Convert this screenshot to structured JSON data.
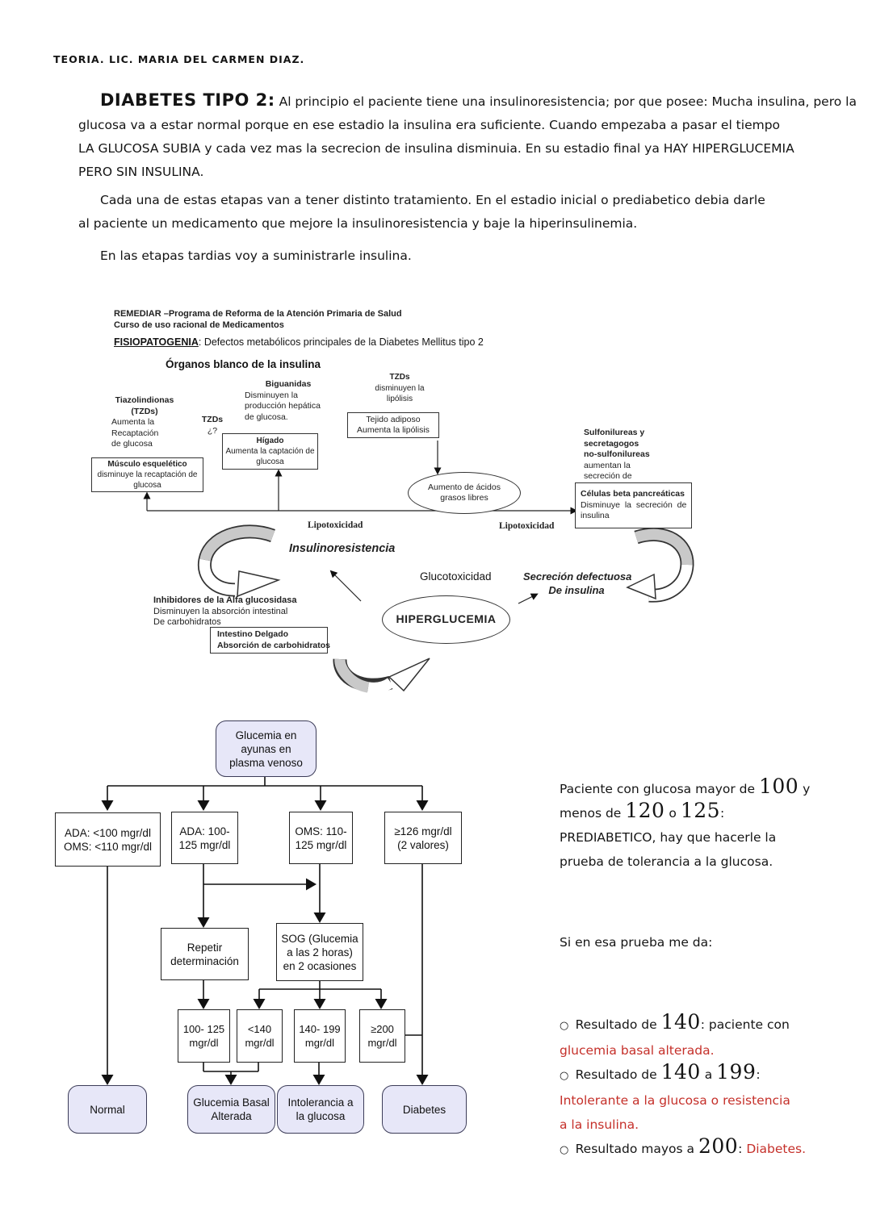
{
  "page": {
    "header": "TEORIA. LIC. MARIA DEL CARMEN DIAZ."
  },
  "colors": {
    "result_fill": "#e7e7f8",
    "red_ink": "#c5302a",
    "ribbon_gray": "#c9c9c9"
  },
  "intro": {
    "title": "DIABETES TIPO 2:",
    "p1": " Al principio el paciente tiene una insulinoresistencia; por que posee: Mucha insulina, pero la\nglucosa va a estar normal porque en ese estadio la insulina era suficiente. Cuando empezaba a pasar el tiempo\nLA GLUCOSA SUBIA y cada vez mas la secrecion de insulina disminuia. En su estadio final ya HAY HIPERGLUCEMIA\nPERO SIN INSULINA.",
    "p2": "Cada una de estas etapas van a tener distinto tratamiento. En el estadio inicial o prediabetico debia darle\nal paciente un medicamento que mejore la insulinoresistencia y baje la hiperinsulinemia.",
    "p3": "En las etapas tardias voy a suministrarle insulina."
  },
  "patho": {
    "source1": "REMEDIAR –Programa de Reforma de la Atención Primaria de Salud",
    "source2": "Curso de uso racional de Medicamentos",
    "heading_label": "FISIOPATOGENIA",
    "heading_rest": ": Defectos metabólicos principales de la Diabetes Mellitus tipo 2",
    "title": "Órganos blanco de la insulina",
    "tzd_lipolisis_title": "TZDs",
    "tzd_lipolisis_body": "disminuyen la\nlipólisis",
    "biguanidas_title": "Biguanidas",
    "biguanidas_body": "Disminuyen la\nproducción hepática\nde glucosa.",
    "tiazolindionas_title": "Tiazolindionas\n(TZDs)",
    "tiazolindionas_body": "Aumenta la\nRecaptación\nde glucosa",
    "tzds_q_title": "TZDs",
    "tzds_q_body": "¿?",
    "tejido_box": "Tejido adiposo\nAumenta la lipólisis",
    "higado_title": "Hígado",
    "higado_body": "Aumenta la captación de\nglucosa",
    "sulfonilureas_bold": "Sulfonilureas y\nsecretagogos\nno-sulfonilureas",
    "sulfonilureas_rest": "aumentan la\nsecreción de\ninsulina",
    "musculo_title": "Músculo esquelético",
    "musculo_body": "disminuye la recaptación de\nglucosa",
    "acidos_ellipse": "Aumento de ácidos\ngrasos libres",
    "celulas_title": "Células beta pancreáticas",
    "celulas_body": "Disminuye  la  secreción  de\ninsulina",
    "lipotoxicidad_left": "Lipotoxicidad",
    "lipotoxicidad_right": "Lipotoxicidad",
    "insulinoresistencia": "Insulinoresistencia",
    "glucotoxicidad": "Glucotoxicidad",
    "secrecion": "Secreción defectuosa\nDe insulina",
    "inhibidores_title": "Inhibidores de la Alfa glucosidasa",
    "inhibidores_body": "Disminuyen la absorción intestinal\nDe carbohidratos",
    "hiperglucemia": "HIPERGLUCEMIA",
    "intestino_title": "Intestino Delgado",
    "intestino_body": "Absorción de carbohidratos"
  },
  "flow": {
    "top": "Glucemia en\nayunas en\nplasma venoso",
    "b1": "ADA: <100 mgr/dl\nOMS: <110 mgr/dl",
    "b2": "ADA: 100-\n125 mgr/dl",
    "b3": "OMS: 110-\n125 mgr/dl",
    "b4": "≥126 mgr/dl\n(2 valores)",
    "repetir": "Repetir\ndeterminación",
    "sog": "SOG (Glucemia\na las 2 horas)\nen 2 ocasiones",
    "s1": "100- 125\nmgr/dl",
    "s2": "<140\nmgr/dl",
    "s3": "140- 199\nmgr/dl",
    "s4": "≥200\nmgr/dl",
    "r1": "Normal",
    "r2": "Glucemia Basal\nAlterada",
    "r3": "Intolerancia a\nla glucosa",
    "r4": "Diabetes"
  },
  "notes": {
    "p1": [
      {
        "t": "Paciente con glucosa mayor de ",
        "k": "hw"
      },
      {
        "t": "100",
        "k": "num"
      },
      {
        "t": " y\nmenos de ",
        "k": "hw"
      },
      {
        "t": "120",
        "k": "num"
      },
      {
        "t": " o ",
        "k": "hw"
      },
      {
        "t": "125",
        "k": "num"
      },
      {
        "t": ":\nPREDIABETICO, hay que hacerle la\nprueba de tolerancia a la glucosa.",
        "k": "hw"
      }
    ],
    "p2": [
      {
        "t": "Si en esa prueba me da:",
        "k": "hw"
      }
    ],
    "bullets": [
      {
        "t": "○  ",
        "k": "bullet"
      },
      {
        "t": "Resultado de ",
        "k": "hw"
      },
      {
        "t": "140",
        "k": "num"
      },
      {
        "t": ": paciente con\n",
        "k": "hw"
      },
      {
        "t": "glucemia basal alterada.",
        "k": "red"
      },
      {
        "t": "\n",
        "k": "hw"
      },
      {
        "t": "○  ",
        "k": "bullet"
      },
      {
        "t": "Resultado de ",
        "k": "hw"
      },
      {
        "t": "140",
        "k": "num"
      },
      {
        "t": " a ",
        "k": "hw"
      },
      {
        "t": "199",
        "k": "num"
      },
      {
        "t": ":\n",
        "k": "hw"
      },
      {
        "t": "Intolerante a la glucosa o resistencia\na la insulina.",
        "k": "red"
      },
      {
        "t": "\n",
        "k": "hw"
      },
      {
        "t": "○  ",
        "k": "bullet"
      },
      {
        "t": "Resultado mayos a ",
        "k": "hw"
      },
      {
        "t": "200",
        "k": "num"
      },
      {
        "t": ": ",
        "k": "hw"
      },
      {
        "t": "Diabetes.",
        "k": "red"
      }
    ]
  }
}
